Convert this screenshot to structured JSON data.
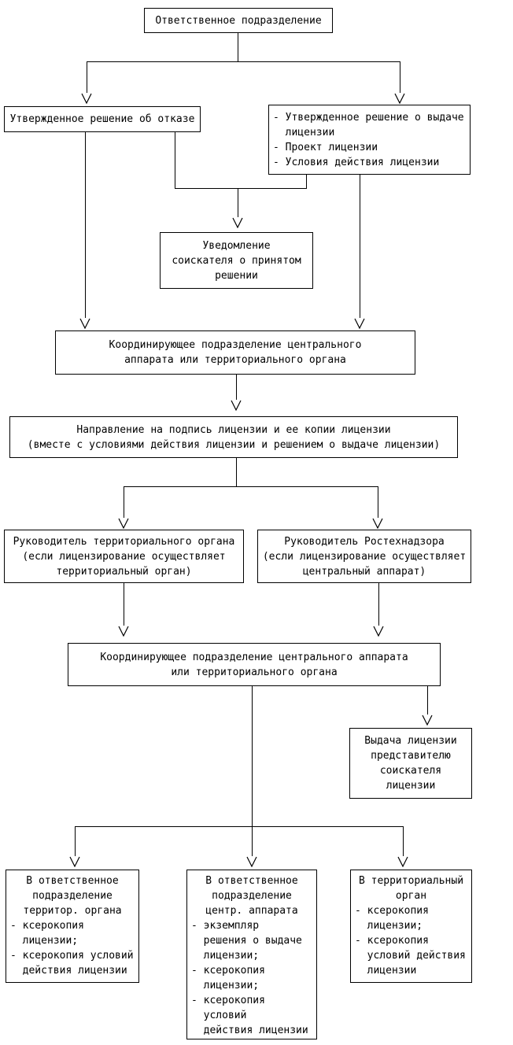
{
  "diagram": {
    "language": "ru",
    "colors": {
      "line": "#000000",
      "background": "#ffffff",
      "text": "#000000"
    },
    "nodes": {
      "top": {
        "text": "Ответственное подразделение"
      },
      "refusal": {
        "text": "Утвержденное решение об отказе"
      },
      "issue_docs": {
        "list": "- Утвержденное решение о выдаче\n  лицензии\n- Проект лицензии\n- Условия действия лицензии"
      },
      "notification": {
        "text": "Уведомление\nсоискателя о принятом\nрешении"
      },
      "coord1": {
        "text": "Координирующее подразделение центрального\nаппарата или территориального органа"
      },
      "direction": {
        "text": "Направление на подпись лицензии и ее копии лицензии\n(вместе с условиями действия лицензии и решением о выдаче лицензии)"
      },
      "head_territorial": {
        "text": "Руководитель территориального органа\n(если лицензирование осуществляет\nтерриториальный орган)"
      },
      "head_rostechnadzor": {
        "text": "Руководитель Ростехнадзора\n(если лицензирование осуществляет\nцентральный аппарат)"
      },
      "coord2": {
        "text": "Координирующее подразделение центрального аппарата\nили территориального органа"
      },
      "issue_license": {
        "text": "Выдача лицензии\nпредставителю\nсоискателя\nлицензии"
      },
      "bottom_left": {
        "header": "В ответственное\nподразделение\nтерритор. органа",
        "list": "- ксерокопия\n  лицензии;\n- ксерокопия условий\n  действия лицензии"
      },
      "bottom_middle": {
        "header": "В ответственное\nподразделение\nцентр. аппарата",
        "list": "- экземпляр\n  решения о выдаче\n  лицензии;\n- ксерокопия\n  лицензии;\n- ксерокопия\n  условий\n  действия лицензии"
      },
      "bottom_right": {
        "header": "В территориальный\nорган",
        "list": "- ксерокопия\n  лицензии;\n- ксерокопия\n  условий действия\n  лицензии"
      }
    }
  }
}
